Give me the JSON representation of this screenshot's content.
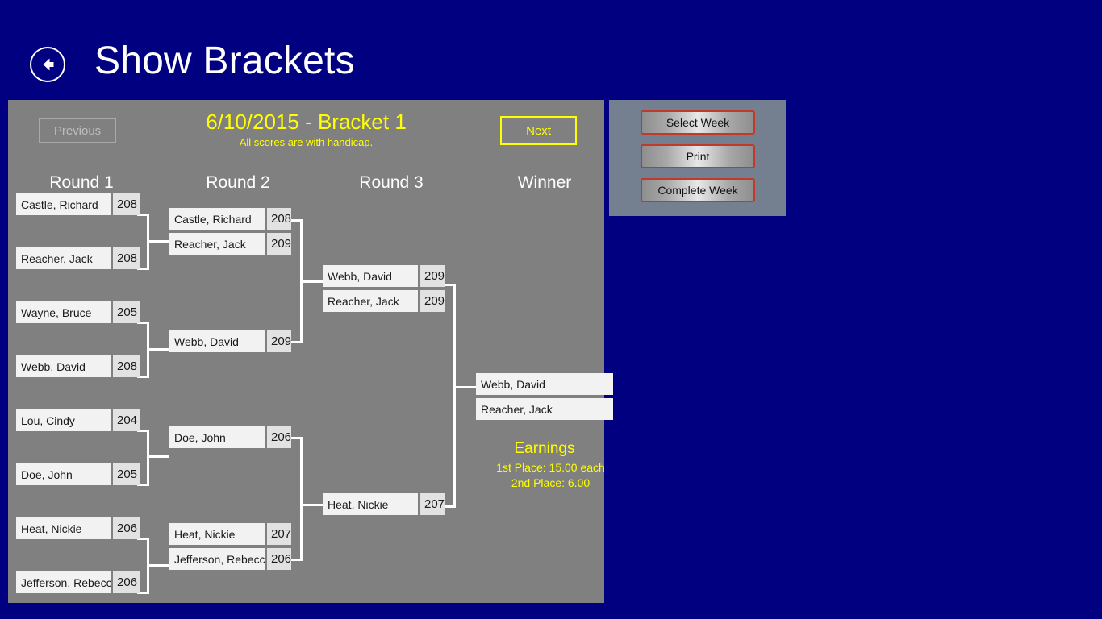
{
  "header": {
    "title": "Show Brackets",
    "back_icon": "back-arrow-icon"
  },
  "bracket": {
    "previous_label": "Previous",
    "next_label": "Next",
    "title": "6/10/2015 - Bracket 1",
    "subtitle": "All scores are with handicap.",
    "round_headers": [
      "Round 1",
      "Round 2",
      "Round 3",
      "Winner"
    ],
    "round1": [
      {
        "name": "Castle, Richard",
        "score": "208"
      },
      {
        "name": "Reacher, Jack",
        "score": "208"
      },
      {
        "name": "Wayne, Bruce",
        "score": "205"
      },
      {
        "name": "Webb, David",
        "score": "208"
      },
      {
        "name": "Lou, Cindy",
        "score": "204"
      },
      {
        "name": "Doe, John",
        "score": "205"
      },
      {
        "name": "Heat, Nickie",
        "score": "206"
      },
      {
        "name": "Jefferson, Rebecca",
        "score": "206"
      }
    ],
    "round2": [
      {
        "entries": [
          {
            "name": "Castle, Richard",
            "score": "208"
          },
          {
            "name": "Reacher, Jack",
            "score": "209"
          }
        ]
      },
      {
        "entries": [
          {
            "name": "Webb, David",
            "score": "209"
          }
        ]
      },
      {
        "entries": [
          {
            "name": "Doe, John",
            "score": "206"
          }
        ]
      },
      {
        "entries": [
          {
            "name": "Heat, Nickie",
            "score": "207"
          },
          {
            "name": "Jefferson, Rebecca",
            "score": "206"
          }
        ]
      }
    ],
    "round3": [
      {
        "entries": [
          {
            "name": "Webb, David",
            "score": "209"
          },
          {
            "name": "Reacher, Jack",
            "score": "209"
          }
        ]
      },
      {
        "entries": [
          {
            "name": "Heat, Nickie",
            "score": "207"
          }
        ]
      }
    ],
    "winner": {
      "entries": [
        {
          "name": "Webb, David"
        },
        {
          "name": "Reacher, Jack"
        }
      ]
    },
    "earnings": {
      "title": "Earnings",
      "first_place": "1st Place: 15.00 each",
      "second_place": "2nd Place: 6.00"
    }
  },
  "side_panel": {
    "buttons": [
      {
        "label": "Select Week"
      },
      {
        "label": "Print"
      },
      {
        "label": "Complete Week"
      }
    ]
  },
  "colors": {
    "app_background": "#000080",
    "panel_background": "#808080",
    "side_panel_background": "#74808f",
    "accent_yellow": "#ffff00",
    "button_border_red": "#c0392b",
    "box_name_bg": "#f2f2f2",
    "box_score_bg": "#e2e2e2"
  }
}
